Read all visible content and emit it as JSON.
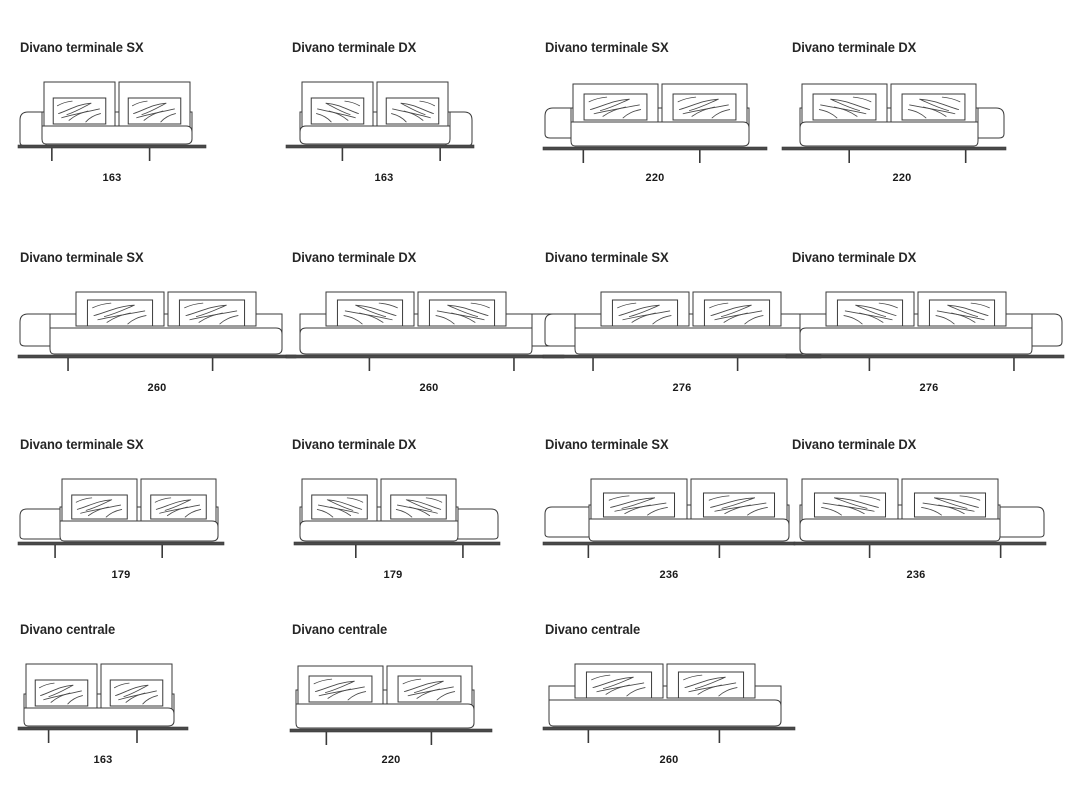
{
  "sheet": {
    "kind": "furniture-technical-drawing",
    "language": "it",
    "background_color": "#ffffff",
    "line_color": "#3a3a3a",
    "base_color": "#4a4a4a",
    "text_color": "#262626",
    "rows": 4,
    "columns": 4
  },
  "labels": {
    "terminale_sx": "Divano terminale SX",
    "terminale_dx": "Divano terminale DX",
    "centrale": "Divano centrale"
  },
  "items": [
    {
      "id": "r1c1",
      "title": "Divano terminale SX",
      "dimension": "163",
      "variant": "sx",
      "style": "compact"
    },
    {
      "id": "r1c2",
      "title": "Divano terminale DX",
      "dimension": "163",
      "variant": "dx",
      "style": "compact"
    },
    {
      "id": "r1c3",
      "title": "Divano terminale SX",
      "dimension": "220",
      "variant": "sx",
      "style": "deep"
    },
    {
      "id": "r1c4",
      "title": "Divano terminale DX",
      "dimension": "220",
      "variant": "dx",
      "style": "deep"
    },
    {
      "id": "r2c1",
      "title": "Divano terminale SX",
      "dimension": "260",
      "variant": "sx",
      "style": "wide"
    },
    {
      "id": "r2c2",
      "title": "Divano terminale DX",
      "dimension": "260",
      "variant": "dx",
      "style": "wide"
    },
    {
      "id": "r2c3",
      "title": "Divano terminale SX",
      "dimension": "276",
      "variant": "sx",
      "style": "wide"
    },
    {
      "id": "r2c4",
      "title": "Divano terminale DX",
      "dimension": "276",
      "variant": "dx",
      "style": "wide"
    },
    {
      "id": "r3c1",
      "title": "Divano terminale SX",
      "dimension": "179",
      "variant": "sx",
      "style": "lowarm"
    },
    {
      "id": "r3c2",
      "title": "Divano terminale DX",
      "dimension": "179",
      "variant": "dx",
      "style": "lowarm"
    },
    {
      "id": "r3c3",
      "title": "Divano terminale SX",
      "dimension": "236",
      "variant": "sx",
      "style": "lowarm-deep"
    },
    {
      "id": "r3c4",
      "title": "Divano terminale DX",
      "dimension": "236",
      "variant": "dx",
      "style": "lowarm-deep"
    },
    {
      "id": "r4c1",
      "title": "Divano centrale",
      "dimension": "163",
      "variant": "center",
      "style": "compact"
    },
    {
      "id": "r4c2",
      "title": "Divano centrale",
      "dimension": "220",
      "variant": "center",
      "style": "deep"
    },
    {
      "id": "r4c3",
      "title": "Divano centrale",
      "dimension": "260",
      "variant": "center",
      "style": "wide"
    }
  ]
}
